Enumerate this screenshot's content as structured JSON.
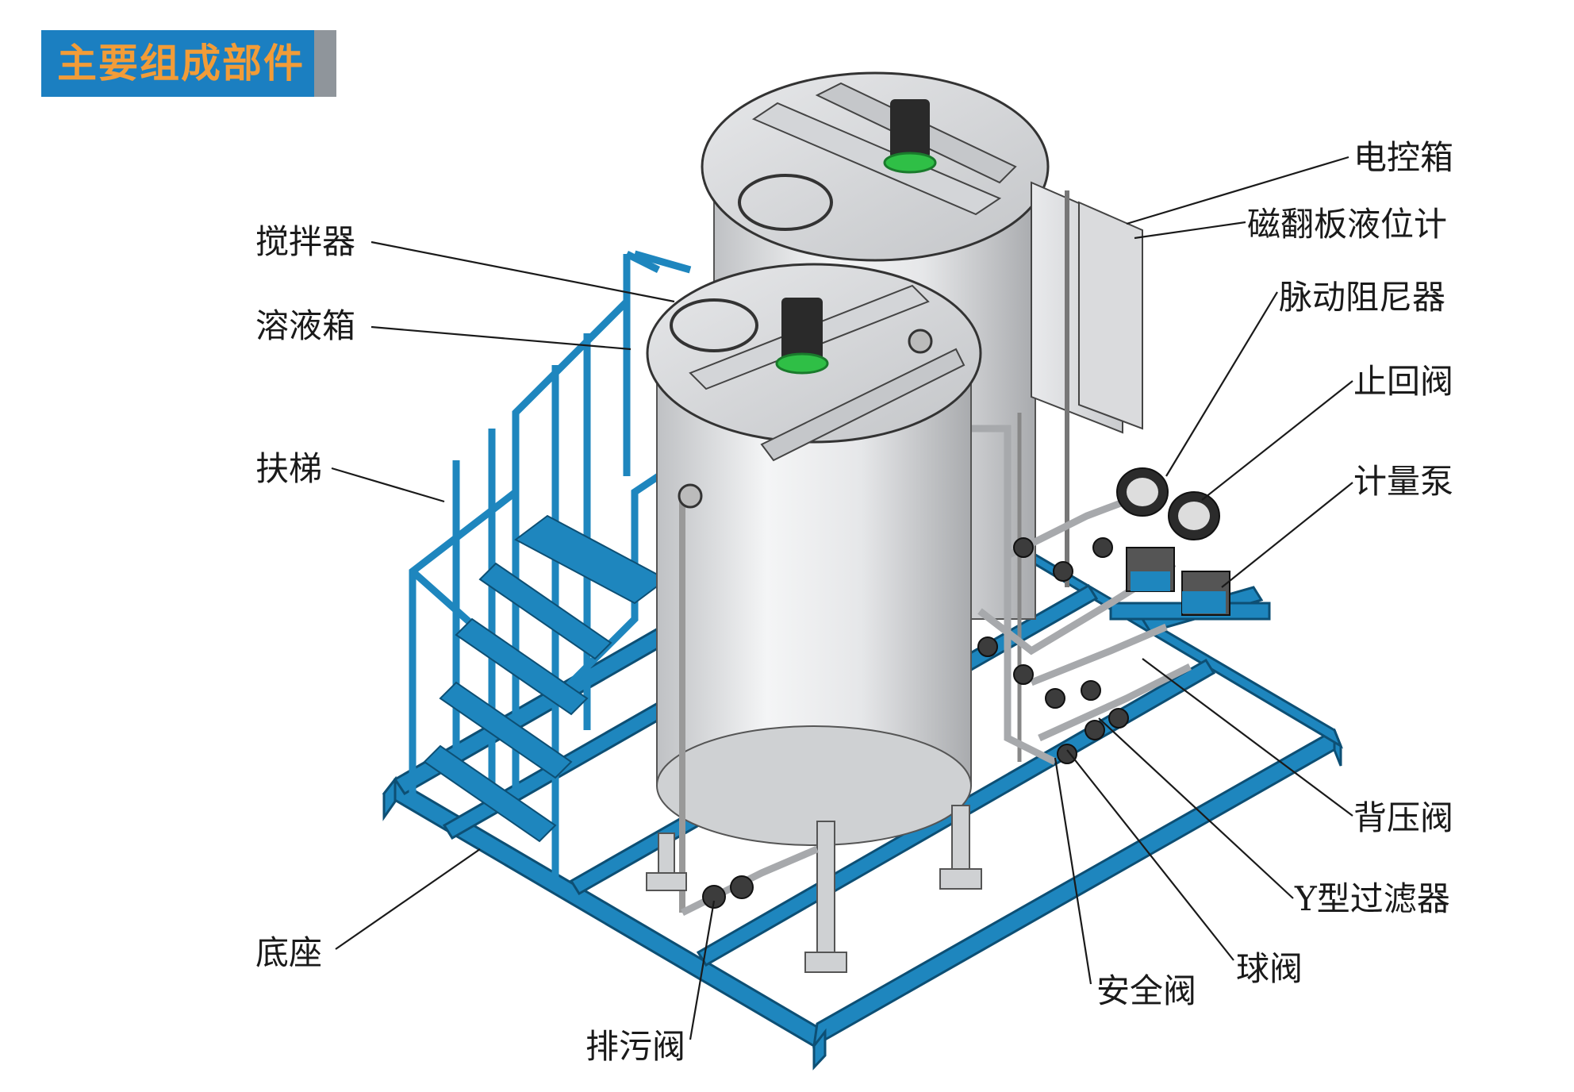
{
  "title": "主要组成部件",
  "labels": {
    "dian_kong_xiang": "电控箱",
    "ci_fan_ban": "磁翻板液位计",
    "mai_dong": "脉动阻尼器",
    "zhi_hui_fa": "止回阀",
    "ji_liang_beng": "计量泵",
    "bei_ya_fa": "背压阀",
    "y_filter": "Y型过滤器",
    "qiu_fa": "球阀",
    "an_quan_fa": "安全阀",
    "pai_wu_fa": "排污阀",
    "di_zuo": "底座",
    "fu_ti": "扶梯",
    "rong_ye_xiang": "溶液箱",
    "jiao_ban_qi": "搅拌器"
  },
  "colors": {
    "title_bg": "#1b7fc1",
    "title_text": "#f29c38",
    "frame_blue": "#1e86be",
    "tank_gray": "#d9dadc",
    "motor_green": "#2fbf46"
  }
}
